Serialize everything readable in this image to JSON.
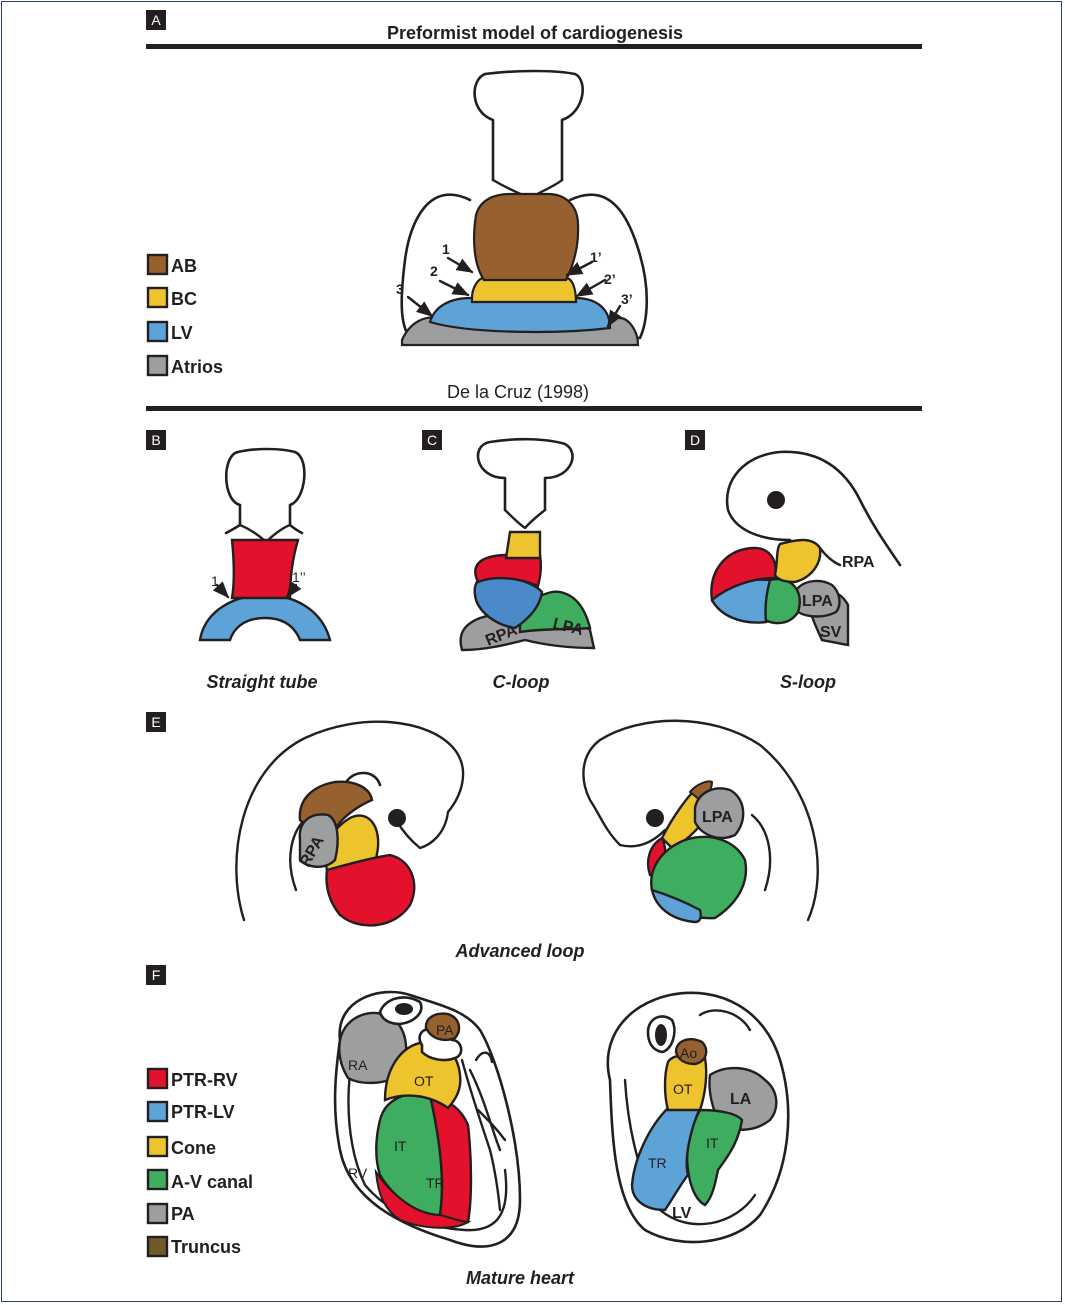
{
  "panels": {
    "a": "A",
    "b": "B",
    "c": "C",
    "d": "D",
    "e": "E",
    "f": "F"
  },
  "title": "Preformist model of cardiogenesis",
  "citation": "De la Cruz (1998)",
  "colors": {
    "brown": "#96602f",
    "yellow": "#edc32e",
    "blue": "#5da3d8",
    "darkblue": "#4a8ac8",
    "gray": "#9d9e9f",
    "red": "#e3112b",
    "green": "#3fad5f",
    "olive": "#705a2c"
  },
  "legend_a": [
    {
      "label": "AB",
      "color": "#96602f"
    },
    {
      "label": "BC",
      "color": "#edc32e"
    },
    {
      "label": "LV",
      "color": "#5da3d8"
    },
    {
      "label": "Atrios",
      "color": "#9d9e9f"
    }
  ],
  "legend_f": [
    {
      "label": "PTR-RV",
      "color": "#e3112b"
    },
    {
      "label": "PTR-LV",
      "color": "#5da3d8"
    },
    {
      "label": "Cone",
      "color": "#edc32e"
    },
    {
      "label": "A-V canal",
      "color": "#3fad5f"
    },
    {
      "label": "PA",
      "color": "#9d9e9f"
    },
    {
      "label": "Truncus",
      "color": "#705a2c"
    }
  ],
  "markers": {
    "n1": "1",
    "n1p": "1’",
    "n2": "2",
    "n2p": "2’",
    "n3": "3",
    "n3p": "3’",
    "b1": "1",
    "b1pp": "1’’"
  },
  "labels": {
    "rpa": "RPA",
    "lpa": "LPA",
    "sv": "SV",
    "pa": "PA",
    "ra": "RA",
    "ot": "OT",
    "it": "IT",
    "rv": "RV",
    "tr": "TR",
    "ao": "Ao",
    "la": "LA",
    "lv": "LV"
  },
  "captions": {
    "straight": "Straight tube",
    "cloop": "C-loop",
    "sloop": "S-loop",
    "advanced": "Advanced loop",
    "mature": "Mature heart"
  }
}
